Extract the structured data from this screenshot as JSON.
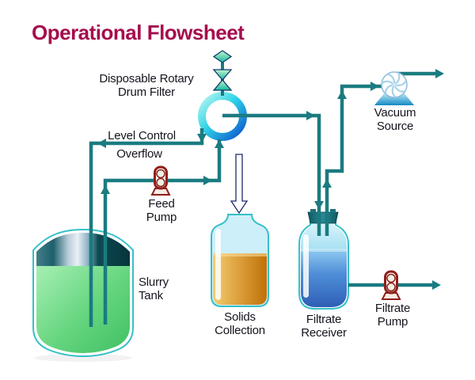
{
  "title": "Operational Flowsheet",
  "labels": {
    "drum_filter": "Disposable Rotary\nDrum Filter",
    "level_control": "Level Control",
    "overflow": "Overflow",
    "feed_pump": "Feed\nPump",
    "slurry_tank": "Slurry\nTank",
    "solids_collection": "Solids\nCollection",
    "filtrate_receiver": "Filtrate\nReceiver",
    "vacuum_source": "Vacuum\nSource",
    "filtrate_pump": "Filtrate\nPump"
  },
  "icons": {
    "rotary_drum_filter": "ring-gradient-cyan-blue",
    "valve": "bowtie-valve-icon",
    "vent_port": "diamond-port-icon",
    "feed_pump": "peristaltic-pump-icon",
    "filtrate_pump": "peristaltic-pump-icon",
    "vacuum_fan": "impeller-fan-icon",
    "slurry_tank": "cylindrical-tank",
    "solids_collection": "jar-amber",
    "filtrate_receiver": "carboy-blue"
  },
  "colors": {
    "title": "#a50d4d",
    "pipe": "#1a7b80",
    "label_text": "#14141e",
    "vessel_outline": "#35c0c8",
    "slurry_green": "#4fc468",
    "solids_amber": "#d98a10",
    "filtrate_blue": "#3d74c8",
    "pump_maroon": "#8f1f1a",
    "valve_green": "#2dbfa6",
    "drum_gradient_start": "#b6f6f0",
    "drum_gradient_end": "#0d55cc"
  }
}
